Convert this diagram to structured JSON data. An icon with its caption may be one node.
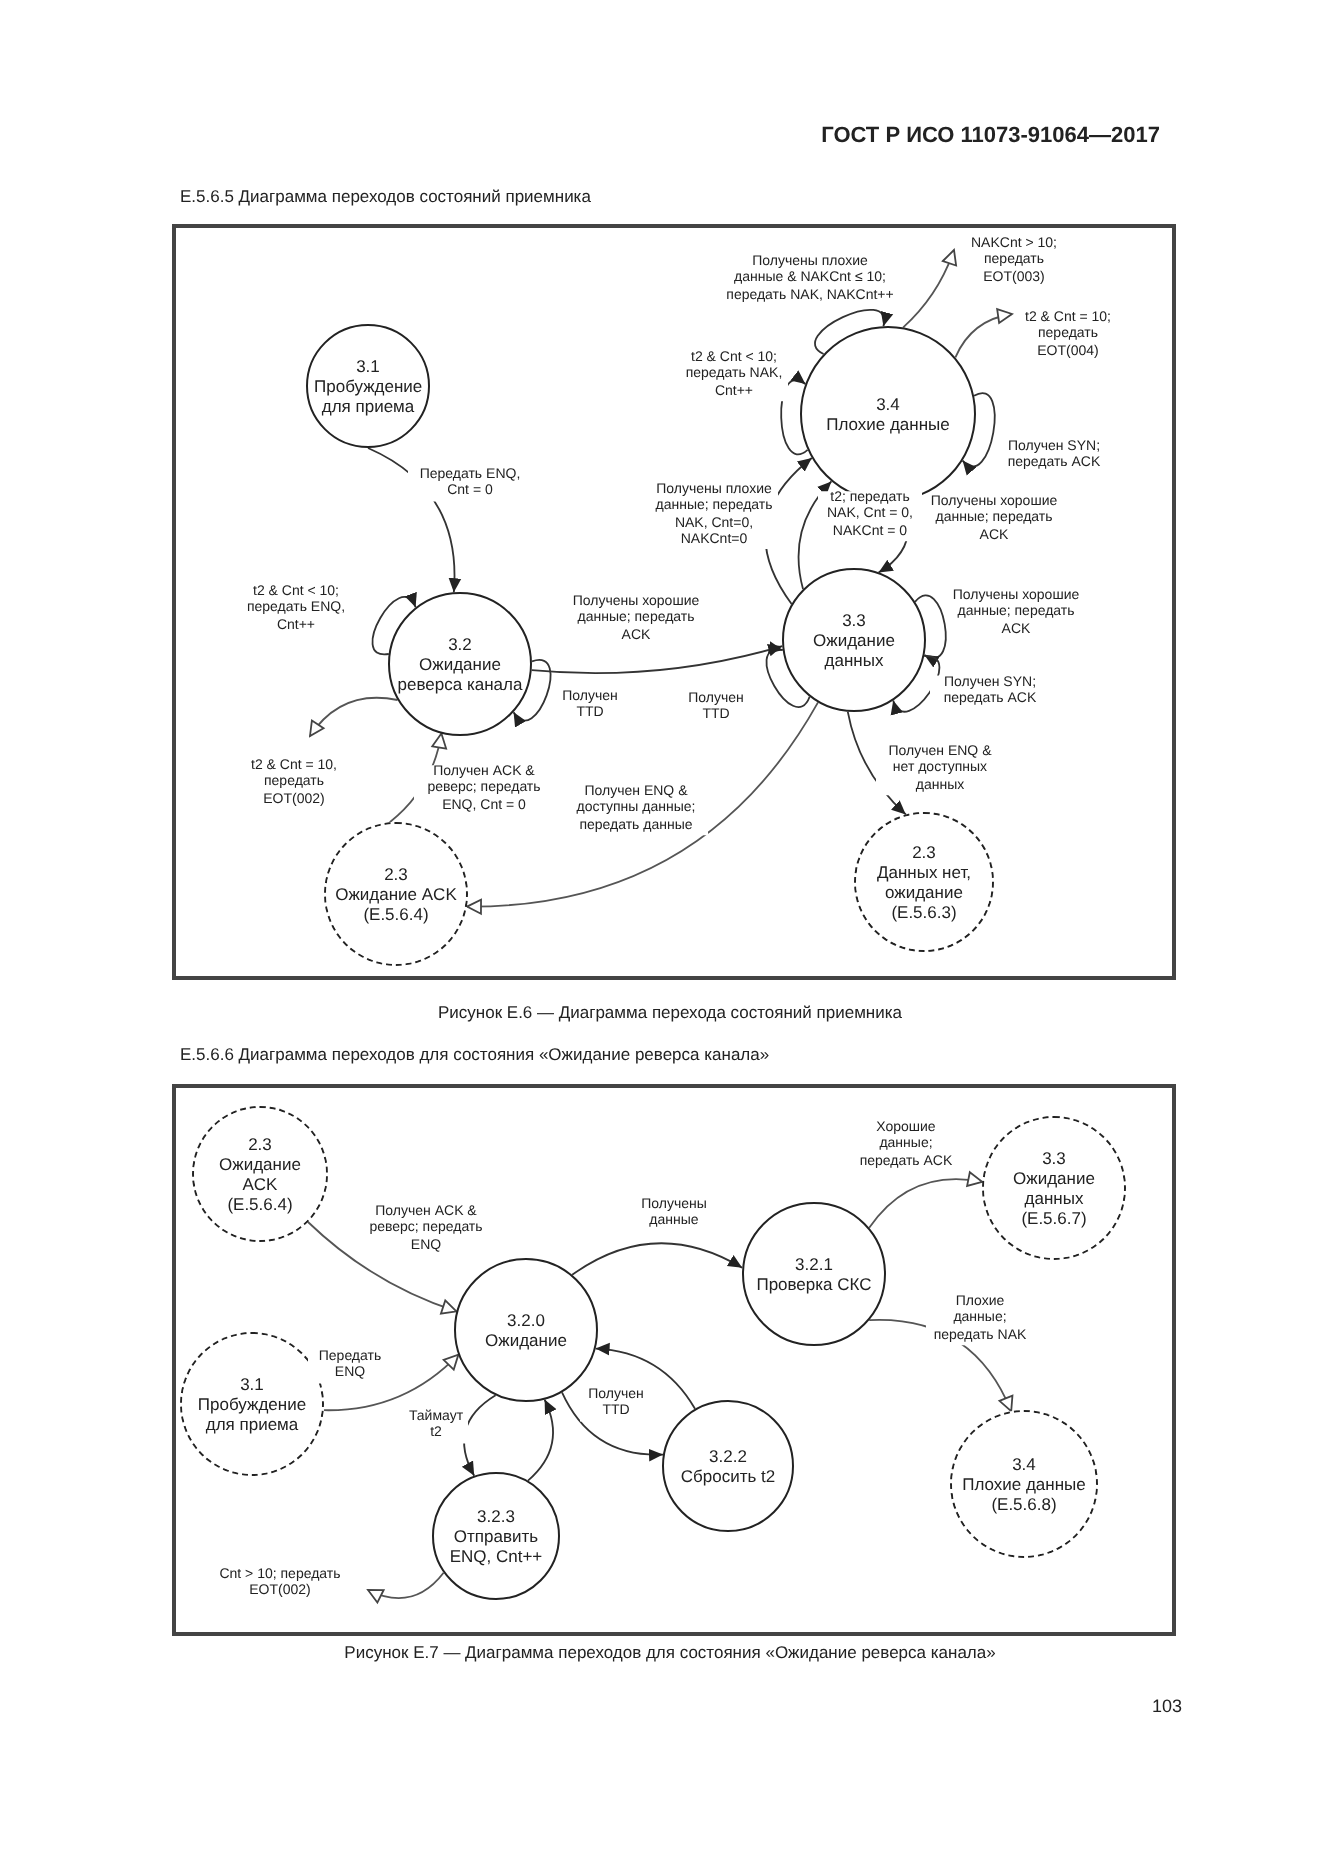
{
  "diagram": {
    "nodes": [
      {
        "text": [
          "3.1",
          "Пробуждение для приема"
        ]
      },
      {
        "text": [
          "3.2",
          "Ожидание реверса канала"
        ]
      },
      {
        "text": [
          "3.4",
          "Плохие данные"
        ]
      },
      {
        "text": [
          "3.3",
          "Ожидание данных"
        ]
      },
      {
        "text": [
          "2.3",
          "Ожидание ACK",
          "(E.5.6.4)"
        ]
      },
      {
        "text": [
          "2.3",
          "Данных нет, ожидание",
          "(E.5.6.3)"
        ]
      },
      {
        "text": [
          "2.3",
          "Ожидание ACK",
          "(E.5.6.4)"
        ]
      },
      {
        "text": [
          "3.1",
          "Пробуждение для приема"
        ]
      },
      {
        "text": [
          "3.2.0",
          "Ожидание"
        ]
      },
      {
        "text": [
          "3.2.3",
          "Отправить ENQ, Cnt++"
        ]
      },
      {
        "text": [
          "3.2.1",
          "Проверка СКС"
        ]
      },
      {
        "text": [
          "3.2.2",
          "Сбросить t2"
        ]
      },
      {
        "text": [
          "3.3",
          "Ожидание данных",
          "(E.5.6.7)"
        ]
      },
      {
        "text": [
          "3.4",
          "Плохие данные",
          "(E.5.6.8)"
        ]
      }
    ],
    "edges": [
      {
        "from": 0,
        "to": 1,
        "arrow": "to",
        "label": "Передать ENQ, Cnt = 0"
      },
      {
        "from": 1,
        "to": 1,
        "arrow": "to",
        "label": "t2 & Cnt < 10; передать ENQ, Cnt++"
      },
      {
        "from": 1,
        "to": null,
        "arrow": "to",
        "label": "t2 & Cnt = 10, передать EOT(002)"
      },
      {
        "from": 1,
        "to": 1,
        "arrow": "to",
        "label": "Получен TTD"
      },
      {
        "from": 4,
        "to": 1,
        "arrow": "to",
        "label": "Получен ACK & реверс; передать ENQ, Cnt = 0"
      },
      {
        "from": 1,
        "to": 3,
        "arrow": "to",
        "label": "Получены хорошие данные; передать ACK"
      },
      {
        "from": 3,
        "to": 4,
        "arrow": "to",
        "label": "Получен ENQ & доступны данные; передать данные"
      },
      {
        "from": 3,
        "to": 5,
        "arrow": "to",
        "label": "Получен ENQ & нет доступных данных"
      },
      {
        "from": 3,
        "to": 3,
        "arrow": "to",
        "label": "Получен TTD"
      },
      {
        "from": 3,
        "to": 3,
        "arrow": "to",
        "label": "Получены хорошие данные; передать ACK"
      },
      {
        "from": 3,
        "to": 3,
        "arrow": "to",
        "label": "Получен SYN; передать ACK"
      },
      {
        "from": 3,
        "to": 2,
        "arrow": "to",
        "label": "Получены плохие данные; передать NAK, Cnt=0, NAKCnt=0"
      },
      {
        "from": 3,
        "to": 2,
        "arrow": "to",
        "label": "t2; передать NAK, Cnt = 0, NAKCnt = 0"
      },
      {
        "from": 2,
        "to": 3,
        "arrow": "to",
        "label": "Получены хорошие данные; передать ACK"
      },
      {
        "from": 2,
        "to": 2,
        "arrow": "to",
        "label": "t2 & Cnt < 10; передать NAK, Cnt++"
      },
      {
        "from": 2,
        "to": 2,
        "arrow": "to",
        "label": "Получены плохие данные & NAKCnt ≤ 10; передать NAK, NAKCnt++"
      },
      {
        "from": 2,
        "to": null,
        "arrow": "to",
        "label": "NAKCnt > 10; передать EOT(003)"
      },
      {
        "from": 2,
        "to": null,
        "arrow": "to",
        "label": "t2 & Cnt = 10; передать EOT(004)"
      },
      {
        "from": 2,
        "to": 2,
        "arrow": "to",
        "label": "Получен SYN; передать ACK"
      },
      {
        "from": 6,
        "to": 8,
        "arrow": "to",
        "label": "Получен ACK & реверс; передать ENQ"
      },
      {
        "from": 7,
        "to": 8,
        "arrow": "to",
        "label": "Передать ENQ"
      },
      {
        "from": 8,
        "to": 10,
        "arrow": "to",
        "label": "Получены данные"
      },
      {
        "from": 8,
        "to": 9,
        "arrow": "to",
        "label": "Таймаут t2"
      },
      {
        "from": 9,
        "to": 8,
        "arrow": "to"
      },
      {
        "from": 8,
        "to": 11,
        "arrow": "to",
        "label": "Получен TTD"
      },
      {
        "from": 11,
        "to": 8,
        "arrow": "to"
      },
      {
        "from": 10,
        "to": 12,
        "arrow": "to",
        "label": "Хорошие данные; передать ACK"
      },
      {
        "from": 10,
        "to": 13,
        "arrow": "to",
        "label": "Плохие данные; передать NAK"
      },
      {
        "from": 9,
        "to": null,
        "arrow": "to",
        "label": "Cnt > 10; передать EOT(002)"
      }
    ],
    "labels": [
      "ГОСТ Р ИСО 11073-91064—2017",
      "Е.5.6.5 Диаграмма переходов состояний приемника",
      "Рисунок Е.6 — Диаграмма перехода состояний приемника",
      "Е.5.6.6 Диаграмма переходов для состояния «Ожидание реверса канала»",
      "Рисунок Е.7 — Диаграмма переходов для состояния «Ожидание реверса канала»",
      "103"
    ]
  }
}
